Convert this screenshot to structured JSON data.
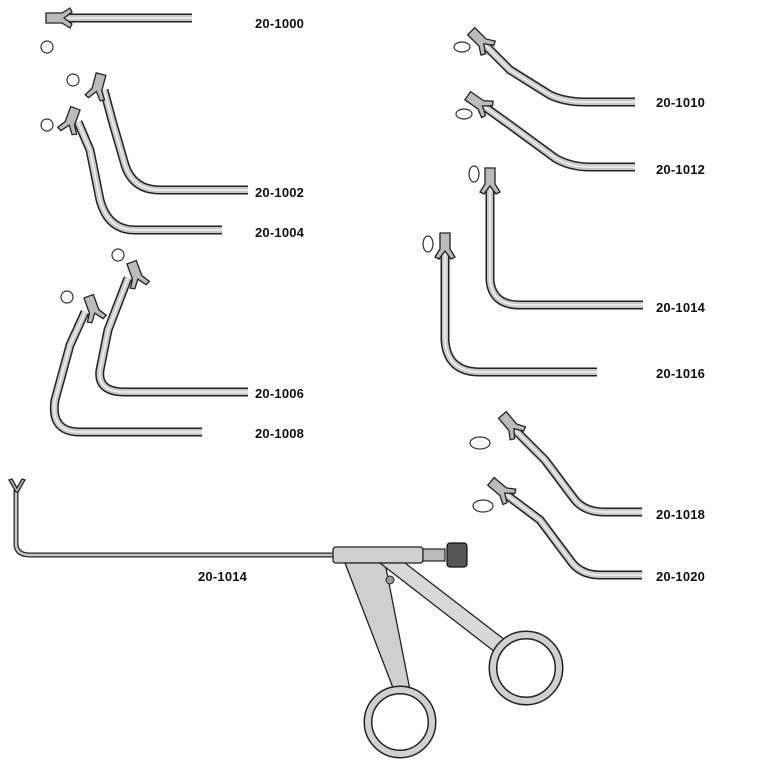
{
  "labels": {
    "p1000": "20-1000",
    "p1002": "20-1002",
    "p1004": "20-1004",
    "p1006": "20-1006",
    "p1008": "20-1008",
    "p1010": "20-1010",
    "p1012": "20-1012",
    "p1014": "20-1014",
    "p1016": "20-1016",
    "p1018": "20-1018",
    "p1020": "20-1020",
    "handle": "20-1014"
  }
}
